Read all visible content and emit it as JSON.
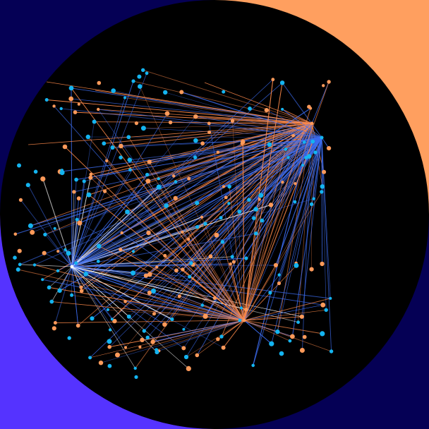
{
  "colors": {
    "background": "#050055",
    "corner_top_right": "#ff9f5f",
    "corner_bottom_left": "#5533ff",
    "disc": "#000000",
    "orange": "#ff9a5a",
    "blue": "#14b4f0",
    "line_blue": "#3c6cf0",
    "line_orange": "#ff8a4a",
    "line_white": "#ffffff"
  },
  "hubs": [
    {
      "name": "hub-top-right-orange",
      "color": "orange"
    },
    {
      "name": "hub-right-blue",
      "color": "blue"
    },
    {
      "name": "hub-left-white",
      "color": "white"
    },
    {
      "name": "hub-bottom-orange",
      "color": "orange"
    }
  ],
  "particles": {
    "orange_count": 110,
    "blue_count": 130
  }
}
